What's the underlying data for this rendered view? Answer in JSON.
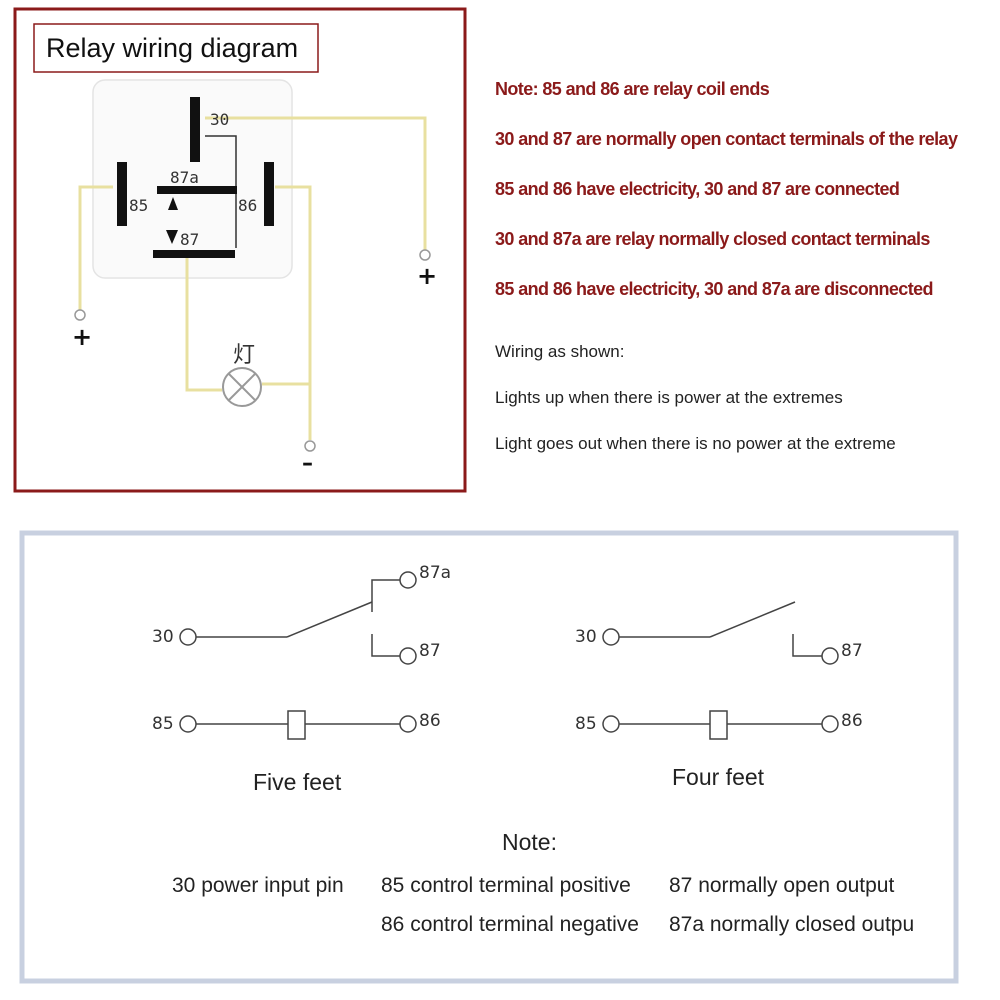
{
  "top": {
    "title": "Relay wiring diagram",
    "pins": {
      "p30": "30",
      "p87a": "87a",
      "p85": "85",
      "p86": "86",
      "p87": "87"
    },
    "lamp_label": "灯",
    "plus_left": "+",
    "plus_right": "+",
    "minus": "–"
  },
  "notes": {
    "red": [
      "Note: 85 and 86 are relay coil ends",
      "30 and 87 are normally open contact terminals of the relay",
      "85 and 86 have electricity, 30 and 87 are connected",
      "30 and 87a are relay normally closed contact terminals",
      "85 and 86 have electricity, 30 and 87a are disconnected"
    ],
    "black": [
      "Wiring as shown:",
      "Lights up when there is power at the extremes",
      "Light goes out when there is no power at the extreme"
    ]
  },
  "five": {
    "p30": "30",
    "p87a": "87a",
    "p87": "87",
    "p85": "85",
    "p86": "86",
    "caption": "Five feet"
  },
  "four": {
    "p30": "30",
    "p87": "87",
    "p85": "85",
    "p86": "86",
    "caption": "Four feet"
  },
  "legend": {
    "title": "Note:",
    "items": [
      "30 power input pin",
      "85 control terminal positive",
      "87 normally open output",
      "86 control terminal negative",
      "87a normally closed outpu"
    ]
  },
  "colors": {
    "frame_top": "#8b1a1a",
    "frame_bottom": "#c8d0e0",
    "wire": "#e8e0a0",
    "note_red": "#8b1a1a"
  }
}
